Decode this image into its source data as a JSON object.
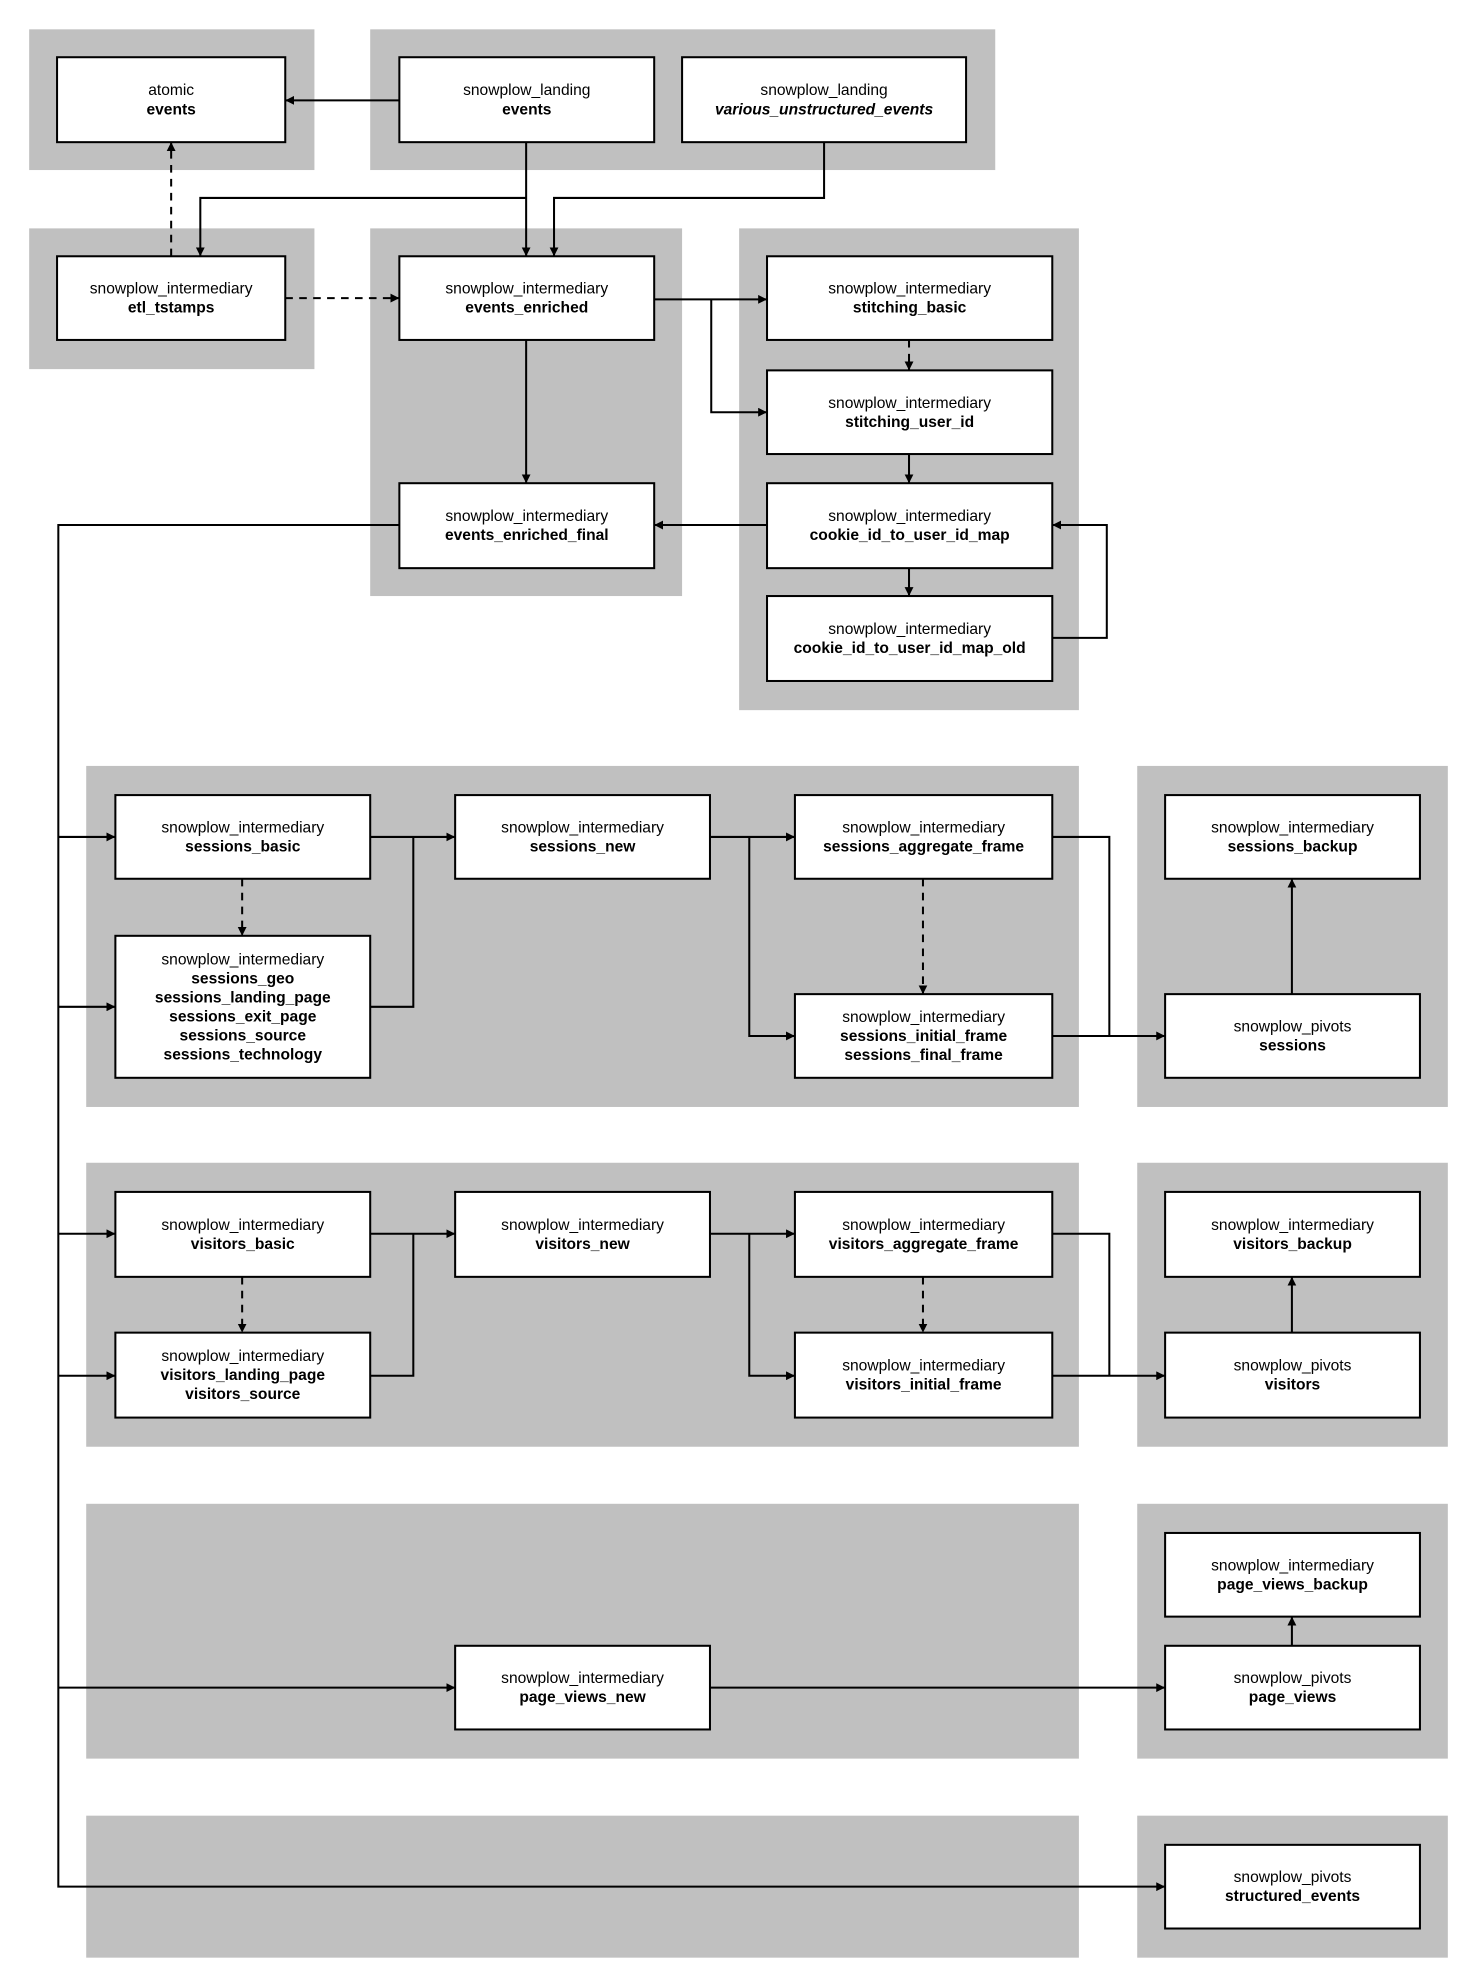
{
  "nodes": {
    "atomic_events": {
      "schema": "atomic",
      "tables": [
        "events"
      ]
    },
    "landing_events": {
      "schema": "snowplow_landing",
      "tables": [
        "events"
      ]
    },
    "landing_unstructured": {
      "schema": "snowplow_landing",
      "tables": [
        "various_unstructured_events"
      ],
      "italic": true
    },
    "etl_tstamps": {
      "schema": "snowplow_intermediary",
      "tables": [
        "etl_tstamps"
      ]
    },
    "events_enriched": {
      "schema": "snowplow_intermediary",
      "tables": [
        "events_enriched"
      ]
    },
    "events_enriched_final": {
      "schema": "snowplow_intermediary",
      "tables": [
        "events_enriched_final"
      ]
    },
    "stitching_basic": {
      "schema": "snowplow_intermediary",
      "tables": [
        "stitching_basic"
      ]
    },
    "stitching_user_id": {
      "schema": "snowplow_intermediary",
      "tables": [
        "stitching_user_id"
      ]
    },
    "cookie_map": {
      "schema": "snowplow_intermediary",
      "tables": [
        "cookie_id_to_user_id_map"
      ]
    },
    "cookie_map_old": {
      "schema": "snowplow_intermediary",
      "tables": [
        "cookie_id_to_user_id_map_old"
      ]
    },
    "sessions_basic": {
      "schema": "snowplow_intermediary",
      "tables": [
        "sessions_basic"
      ]
    },
    "sessions_details": {
      "schema": "snowplow_intermediary",
      "tables": [
        "sessions_geo",
        "sessions_landing_page",
        "sessions_exit_page",
        "sessions_source",
        "sessions_technology"
      ]
    },
    "sessions_new": {
      "schema": "snowplow_intermediary",
      "tables": [
        "sessions_new"
      ]
    },
    "sessions_aggregate_frame": {
      "schema": "snowplow_intermediary",
      "tables": [
        "sessions_aggregate_frame"
      ]
    },
    "sessions_frames": {
      "schema": "snowplow_intermediary",
      "tables": [
        "sessions_initial_frame",
        "sessions_final_frame"
      ]
    },
    "sessions_backup": {
      "schema": "snowplow_intermediary",
      "tables": [
        "sessions_backup"
      ]
    },
    "pivots_sessions": {
      "schema": "snowplow_pivots",
      "tables": [
        "sessions"
      ]
    },
    "visitors_basic": {
      "schema": "snowplow_intermediary",
      "tables": [
        "visitors_basic"
      ]
    },
    "visitors_details": {
      "schema": "snowplow_intermediary",
      "tables": [
        "visitors_landing_page",
        "visitors_source"
      ]
    },
    "visitors_new": {
      "schema": "snowplow_intermediary",
      "tables": [
        "visitors_new"
      ]
    },
    "visitors_aggregate_frame": {
      "schema": "snowplow_intermediary",
      "tables": [
        "visitors_aggregate_frame"
      ]
    },
    "visitors_initial_frame": {
      "schema": "snowplow_intermediary",
      "tables": [
        "visitors_initial_frame"
      ]
    },
    "visitors_backup": {
      "schema": "snowplow_intermediary",
      "tables": [
        "visitors_backup"
      ]
    },
    "pivots_visitors": {
      "schema": "snowplow_pivots",
      "tables": [
        "visitors"
      ]
    },
    "page_views_backup": {
      "schema": "snowplow_intermediary",
      "tables": [
        "page_views_backup"
      ]
    },
    "page_views_new": {
      "schema": "snowplow_intermediary",
      "tables": [
        "page_views_new"
      ]
    },
    "pivots_page_views": {
      "schema": "snowplow_pivots",
      "tables": [
        "page_views"
      ]
    },
    "pivots_structured_events": {
      "schema": "snowplow_pivots",
      "tables": [
        "structured_events"
      ]
    }
  },
  "colors": {
    "group_fill": "#c0c0c0",
    "box_fill": "#ffffff",
    "line": "#000000"
  }
}
